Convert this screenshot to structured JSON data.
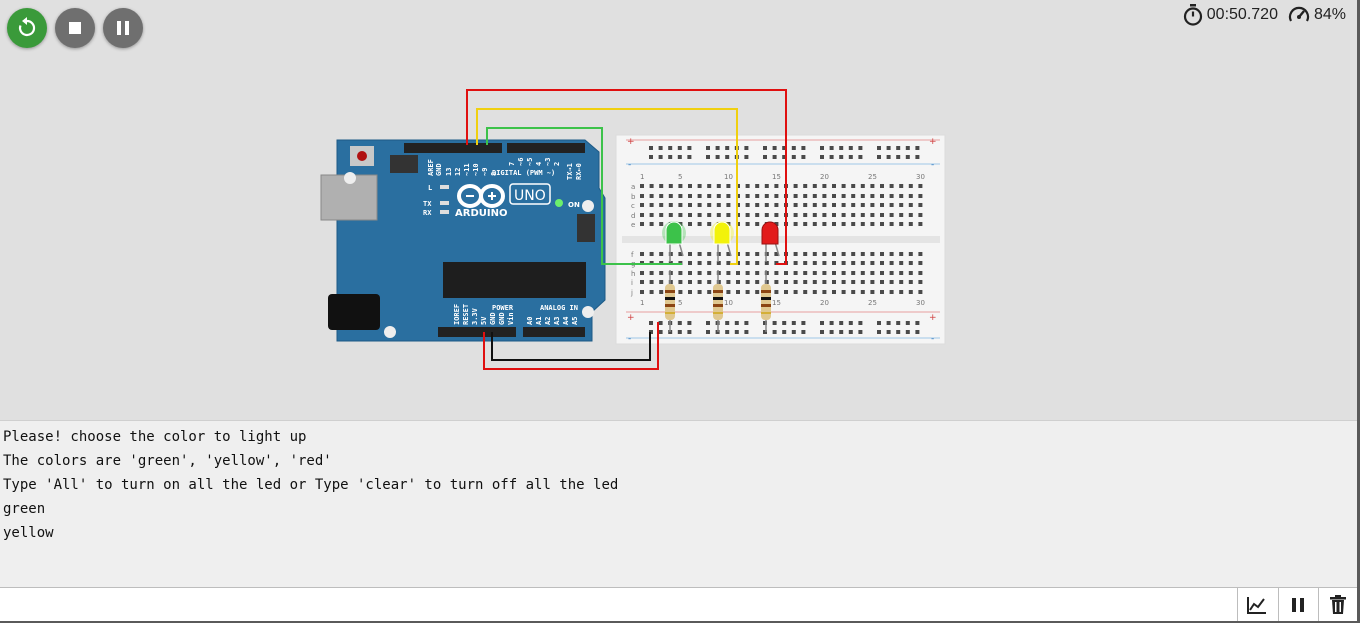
{
  "toolbar": {
    "restart_icon": "restart-icon",
    "stop_icon": "stop-icon",
    "pause_icon": "pause-icon"
  },
  "status": {
    "timer": "00:50.720",
    "performance": "84%"
  },
  "board": {
    "aref": "AREF",
    "gnd": "GND",
    "p13": "13",
    "p12": "12",
    "p11": "~11",
    "p10": "~10",
    "p9": "~9",
    "p8": "8",
    "p7": "7",
    "p6": "~6",
    "p5": "~5",
    "p4": "4",
    "p3": "~3",
    "p2": "2",
    "tx1": "TX→1",
    "rx0": "RX←0",
    "digital": "DIGITAL (PWM ~)",
    "l": "L",
    "tx": "TX",
    "rx": "RX",
    "brand": "ARDUINO",
    "model": "UNO",
    "on": "ON",
    "ioref": "IOREF",
    "reset": "RESET",
    "v33": "3.3V",
    "v5": "5V",
    "gnd1": "GND",
    "gnd2": "GND",
    "vin": "Vin",
    "power": "POWER",
    "analog": "ANALOG IN",
    "a0": "A0",
    "a1": "A1",
    "a2": "A2",
    "a3": "A3",
    "a4": "A4",
    "a5": "A5"
  },
  "breadboard": {
    "cols_top": [
      "1",
      "5",
      "10",
      "15",
      "20",
      "25",
      "30"
    ],
    "cols_bottom": [
      "1",
      "5",
      "10",
      "15",
      "20",
      "25",
      "30"
    ],
    "rows_top": [
      "a",
      "b",
      "c",
      "d",
      "e"
    ],
    "rows_bottom": [
      "f",
      "g",
      "h",
      "i",
      "j"
    ],
    "plus": "+",
    "minus": "-"
  },
  "leds": [
    {
      "color": "green",
      "hex": "#3cc24a",
      "lit": true
    },
    {
      "color": "yellow",
      "hex": "#f2f20a",
      "lit": true
    },
    {
      "color": "red",
      "hex": "#e21b1b",
      "lit": false
    }
  ],
  "wires": {
    "red": "#e01010",
    "yellow": "#f0d010",
    "green": "#3cc24a",
    "black": "#111111"
  },
  "serial": {
    "lines": [
      "Please! choose the color to light up",
      "The colors are 'green', 'yellow', 'red'",
      "Type 'All' to turn on all the led or Type 'clear' to turn off all the led",
      "green",
      "yellow"
    ],
    "input_value": ""
  },
  "bottom_tools": {
    "plotter_icon": "plotter-icon",
    "pause_icon": "pause-icon",
    "clear_icon": "trash-icon"
  }
}
